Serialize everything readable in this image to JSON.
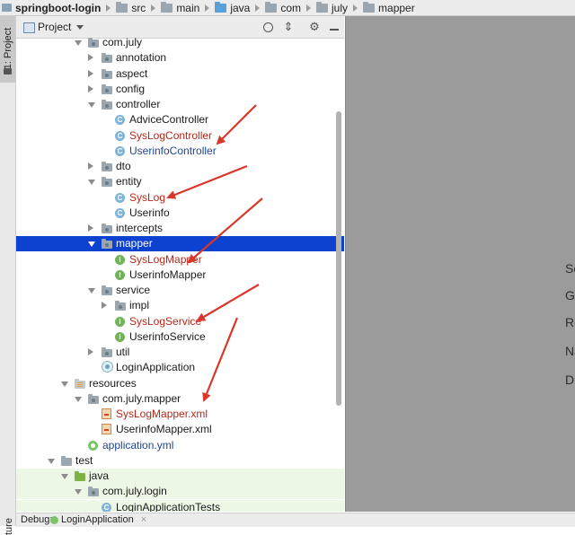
{
  "breadcrumb": [
    "springboot-login",
    "src",
    "main",
    "java",
    "com",
    "july",
    "mapper"
  ],
  "side_tabs": {
    "project": "1: Project",
    "structure": "ture"
  },
  "panel": {
    "title": "Project"
  },
  "tree": [
    {
      "label": "com.july",
      "kind": "package",
      "state": "expanded",
      "depth": 0,
      "status": "normal"
    },
    {
      "label": "annotation",
      "kind": "package",
      "state": "collapsed",
      "depth": 1,
      "status": "normal"
    },
    {
      "label": "aspect",
      "kind": "package",
      "state": "collapsed",
      "depth": 1,
      "status": "normal"
    },
    {
      "label": "config",
      "kind": "package",
      "state": "collapsed",
      "depth": 1,
      "status": "normal"
    },
    {
      "label": "controller",
      "kind": "package",
      "state": "expanded",
      "depth": 1,
      "status": "normal"
    },
    {
      "label": "AdviceController",
      "kind": "class",
      "state": "none",
      "depth": 2,
      "status": "normal"
    },
    {
      "label": "SysLogController",
      "kind": "class",
      "state": "none",
      "depth": 2,
      "status": "changed"
    },
    {
      "label": "UserinfoController",
      "kind": "class",
      "state": "none",
      "depth": 2,
      "status": "modified"
    },
    {
      "label": "dto",
      "kind": "package",
      "state": "collapsed",
      "depth": 1,
      "status": "normal"
    },
    {
      "label": "entity",
      "kind": "package",
      "state": "expanded",
      "depth": 1,
      "status": "normal"
    },
    {
      "label": "SysLog",
      "kind": "class",
      "state": "none",
      "depth": 2,
      "status": "changed"
    },
    {
      "label": "Userinfo",
      "kind": "class",
      "state": "none",
      "depth": 2,
      "status": "normal"
    },
    {
      "label": "intercepts",
      "kind": "package",
      "state": "collapsed",
      "depth": 1,
      "status": "normal"
    },
    {
      "label": "mapper",
      "kind": "package",
      "state": "expanded",
      "depth": 1,
      "status": "normal",
      "selected": true
    },
    {
      "label": "SysLogMapper",
      "kind": "interface",
      "state": "none",
      "depth": 2,
      "status": "changed"
    },
    {
      "label": "UserinfoMapper",
      "kind": "interface",
      "state": "none",
      "depth": 2,
      "status": "normal"
    },
    {
      "label": "service",
      "kind": "package",
      "state": "expanded",
      "depth": 1,
      "status": "normal"
    },
    {
      "label": "impl",
      "kind": "package",
      "state": "collapsed",
      "depth": 2,
      "status": "normal"
    },
    {
      "label": "SysLogService",
      "kind": "interface",
      "state": "none",
      "depth": 2,
      "status": "changed"
    },
    {
      "label": "UserinfoService",
      "kind": "interface",
      "state": "none",
      "depth": 2,
      "status": "normal"
    },
    {
      "label": "util",
      "kind": "package",
      "state": "collapsed",
      "depth": 1,
      "status": "normal"
    },
    {
      "label": "LoginApplication",
      "kind": "app",
      "state": "none",
      "depth": 1,
      "status": "normal"
    },
    {
      "label": "resources",
      "kind": "resources",
      "state": "expanded",
      "depth": -1,
      "status": "normal"
    },
    {
      "label": "com.july.mapper",
      "kind": "package",
      "state": "expanded",
      "depth": 0,
      "status": "normal"
    },
    {
      "label": "SysLogMapper.xml",
      "kind": "xml",
      "state": "none",
      "depth": 1,
      "status": "changed"
    },
    {
      "label": "UserinfoMapper.xml",
      "kind": "xml",
      "state": "none",
      "depth": 1,
      "status": "normal"
    },
    {
      "label": "application.yml",
      "kind": "yml",
      "state": "none",
      "depth": 0,
      "status": "modified"
    },
    {
      "label": "test",
      "kind": "folder",
      "state": "expanded",
      "depth": -2,
      "status": "normal"
    },
    {
      "label": "java",
      "kind": "testroot",
      "state": "expanded",
      "depth": -1,
      "status": "normal"
    },
    {
      "label": "com.july.login",
      "kind": "package",
      "state": "expanded",
      "depth": 0,
      "status": "normal"
    },
    {
      "label": "LoginApplicationTests",
      "kind": "class",
      "state": "none",
      "depth": 1,
      "status": "normal"
    }
  ],
  "editor_hints": [
    "Se",
    "Go",
    "Re",
    "Na",
    "Dr"
  ],
  "bottom": {
    "debug_label": "Debug:",
    "tab_label": "LoginApplication",
    "close_glyph": "×"
  },
  "colors": {
    "selection": "#0c42cf",
    "changed": "#b4281a",
    "modified": "#1f4591",
    "annotation_arrow": "#d9372b"
  }
}
